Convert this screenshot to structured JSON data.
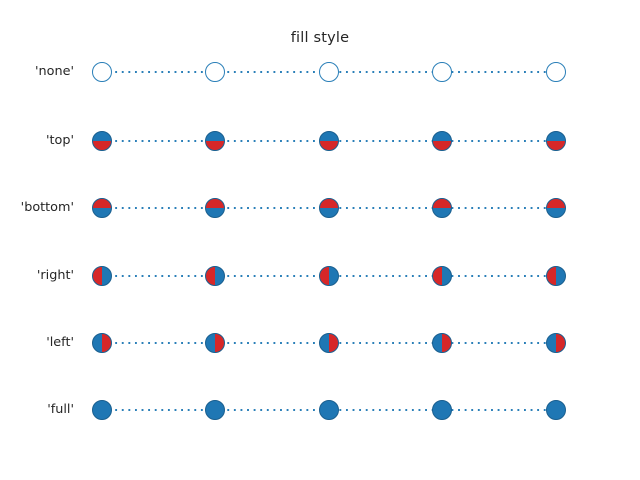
{
  "chart_data": {
    "type": "scatter",
    "title": "fill style",
    "xlabel": "",
    "ylabel": "",
    "grid": false,
    "legend": null,
    "xlim": [
      0,
      5
    ],
    "ylim": [
      0,
      5
    ],
    "x": [
      1,
      2,
      3,
      4,
      5
    ],
    "ytick_labels": [
      "'none'",
      "'top'",
      "'bottom'",
      "'right'",
      "'left'",
      "'full'"
    ],
    "xtick_labels": [],
    "marker": "o",
    "linestyle": "dotted",
    "markersize": 20,
    "colors": {
      "face": "#1f77b4",
      "alt_face": "#d62728",
      "edge": "#1a5f8f",
      "line": "#2a7fb8",
      "background": "#ffffff",
      "text": "#262626"
    },
    "series": [
      {
        "name": "'none'",
        "fillstyle": "none",
        "values": [
          5,
          5,
          5,
          5,
          5
        ]
      },
      {
        "name": "'top'",
        "fillstyle": "top",
        "values": [
          4,
          4,
          4,
          4,
          4
        ]
      },
      {
        "name": "'bottom'",
        "fillstyle": "bottom",
        "values": [
          3,
          3,
          3,
          3,
          3
        ]
      },
      {
        "name": "'right'",
        "fillstyle": "right",
        "values": [
          2,
          2,
          2,
          2,
          2
        ]
      },
      {
        "name": "'left'",
        "fillstyle": "left",
        "values": [
          1,
          1,
          1,
          1,
          1
        ]
      },
      {
        "name": "'full'",
        "fillstyle": "full",
        "values": [
          0,
          0,
          0,
          0,
          0
        ]
      }
    ]
  },
  "rows": [
    {
      "label": "'none'",
      "fill": "none"
    },
    {
      "label": "'top'",
      "fill": "top"
    },
    {
      "label": "'bottom'",
      "fill": "bottom"
    },
    {
      "label": "'right'",
      "fill": "right"
    },
    {
      "label": "'left'",
      "fill": "left"
    },
    {
      "label": "'full'",
      "fill": "full"
    }
  ],
  "layout": {
    "marker_x": [
      102,
      215,
      329,
      442,
      556
    ],
    "row_y": [
      57,
      126,
      193,
      261,
      328,
      395
    ]
  }
}
